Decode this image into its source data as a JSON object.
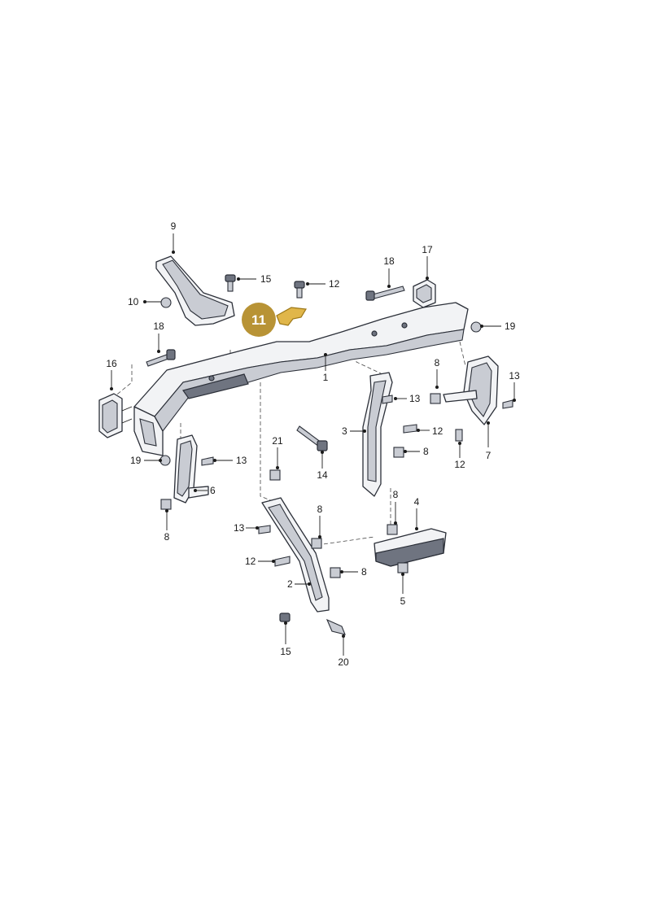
{
  "highlight": {
    "label": "11",
    "color": "#b89335"
  },
  "callouts": {
    "c1": "1",
    "c2": "2",
    "c3": "3",
    "c4": "4",
    "c5": "5",
    "c6": "6",
    "c7": "7",
    "c8a": "8",
    "c8b": "8",
    "c8c": "8",
    "c8d": "8",
    "c8e": "8",
    "c8f": "8",
    "c9": "9",
    "c10": "10",
    "c12a": "12",
    "c12b": "12",
    "c12c": "12",
    "c12d": "12",
    "c13a": "13",
    "c13b": "13",
    "c13c": "13",
    "c13d": "13",
    "c14": "14",
    "c15a": "15",
    "c15b": "15",
    "c16": "16",
    "c17": "17",
    "c18a": "18",
    "c18b": "18",
    "c19a": "19",
    "c19b": "19",
    "c20": "20",
    "c21": "21"
  }
}
